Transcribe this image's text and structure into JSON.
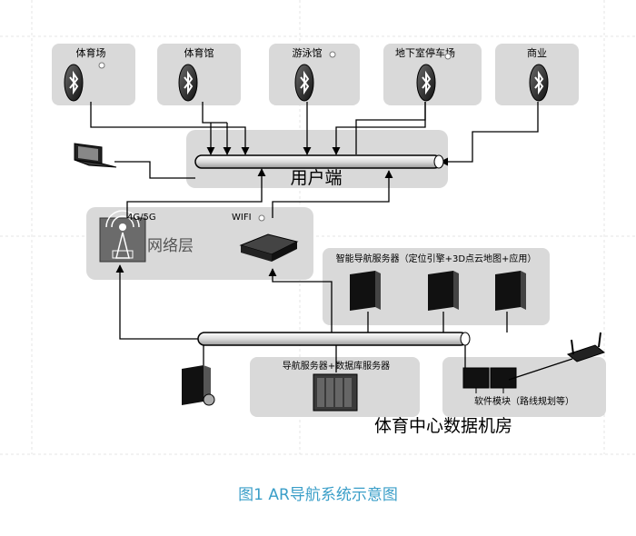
{
  "venues": [
    "体育场",
    "体育馆",
    "游泳馆",
    "地下室停车场",
    "商业"
  ],
  "client": {
    "label": "用户端"
  },
  "network": {
    "label": "网络层",
    "cellular": "4G/5G",
    "wifi": "WIFI"
  },
  "smart_servers": {
    "label": "智能导航服务器（定位引擎+3D点云地图+应用）"
  },
  "db_servers": {
    "label": "导航服务器+数据库服务器"
  },
  "software": {
    "label": "软件模块（路线规划等）"
  },
  "datacenter": {
    "label": "体育中心数据机房"
  },
  "caption": "图1 AR导航系统示意图",
  "colors": {
    "panel": "#d9d9d9",
    "bus": "#e6e6e6",
    "caption": "#3a9ec8"
  }
}
